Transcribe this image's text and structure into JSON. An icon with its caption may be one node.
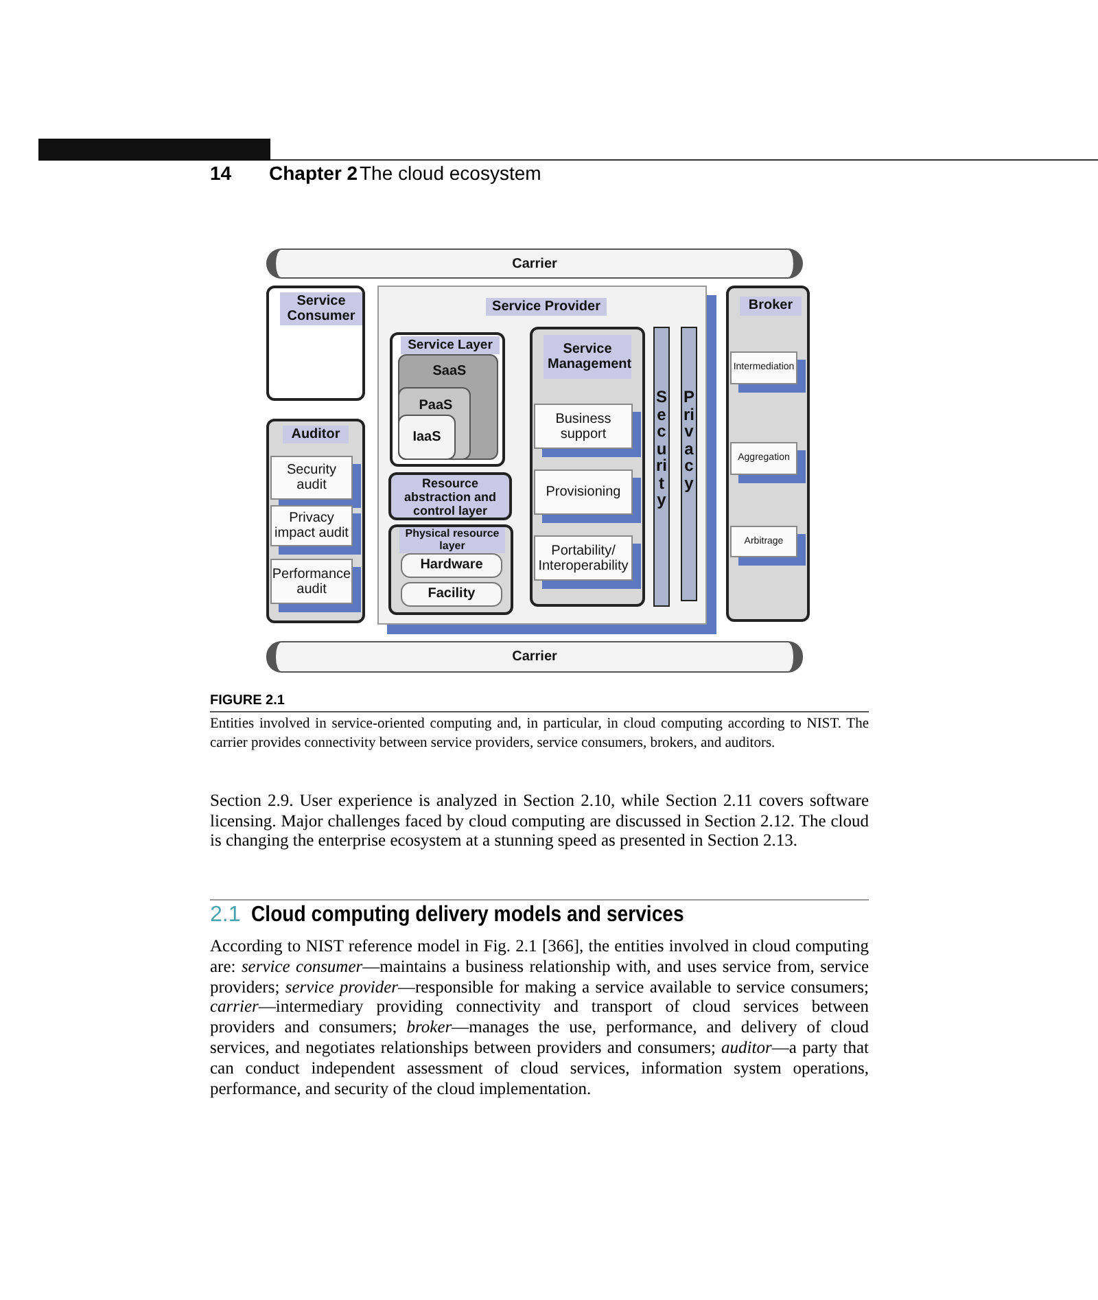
{
  "diagram": {
    "caption": "Entities involved in service-oriented computing and, in particular, in cloud computing according to NIST. The carrier provides connectivity between service providers, service consumers, brokers, and auditors.",
    "nodes": [
      {
        "text": [
          "Carrier"
        ]
      },
      {
        "text": [
          "Service Consumer"
        ]
      },
      {
        "text": [
          "Service Provider"
        ]
      },
      {
        "text": [
          "Service Layer"
        ],
        "in": 2
      },
      {
        "text": [
          "SaaS"
        ],
        "in": 3
      },
      {
        "text": [
          "PaaS"
        ],
        "in": 4
      },
      {
        "text": [
          "IaaS"
        ],
        "in": 5
      },
      {
        "text": [
          "Resource abstraction and control layer"
        ],
        "in": 2
      },
      {
        "text": [
          "Physical resource layer"
        ],
        "in": 2
      },
      {
        "text": [
          "Hardware"
        ],
        "in": 8
      },
      {
        "text": [
          "Facility"
        ],
        "in": 8
      },
      {
        "text": [
          "Service Management"
        ],
        "in": 2
      },
      {
        "text": [
          "Business support"
        ],
        "in": 11
      },
      {
        "text": [
          "Provisioning"
        ],
        "in": 11
      },
      {
        "text": [
          "Portability/ Interoperability"
        ],
        "in": 11
      },
      {
        "text": [
          "Security"
        ],
        "in": 2
      },
      {
        "text": [
          "Privacy"
        ],
        "in": 2
      },
      {
        "text": [
          "Broker"
        ]
      },
      {
        "text": [
          "Intermediation"
        ],
        "in": 17
      },
      {
        "text": [
          "Aggregation"
        ],
        "in": 17
      },
      {
        "text": [
          "Arbitrage"
        ],
        "in": 17
      },
      {
        "text": [
          "Auditor"
        ]
      },
      {
        "text": [
          "Security audit"
        ],
        "in": 21
      },
      {
        "text": [
          "Privacy impact audit"
        ],
        "in": 21
      },
      {
        "text": [
          "Performance audit"
        ],
        "in": 21
      },
      {
        "text": [
          "Carrier"
        ]
      }
    ],
    "labels": [
      "14",
      "Chapter 2",
      "The cloud ecosystem",
      "FIGURE 2.1",
      "Section 2.9. User experience is analyzed in Section 2.10, while Section 2.11 covers software licensing. Major challenges faced by cloud computing are discussed in Section 2.12. The cloud is changing the enterprise ecosystem at a stunning speed as presented in Section 2.13.",
      "2.1",
      "Cloud computing delivery models and services",
      "According to NIST reference model in Fig. 2.1 [366], the entities involved in cloud computing are: *service consumer*—maintains a business relationship with, and uses service from, service providers; *service provider*—responsible for making a service available to service consumers; *carrier*—intermediary providing connectivity and transport of cloud services between providers and consumers; *broker*—manages the use, performance, and delivery of cloud services, and negotiates relationships between providers and consumers; *auditor*—a party that can conduct independent assessment of cloud services, information system operations, performance, and security of the cloud implementation."
    ]
  }
}
